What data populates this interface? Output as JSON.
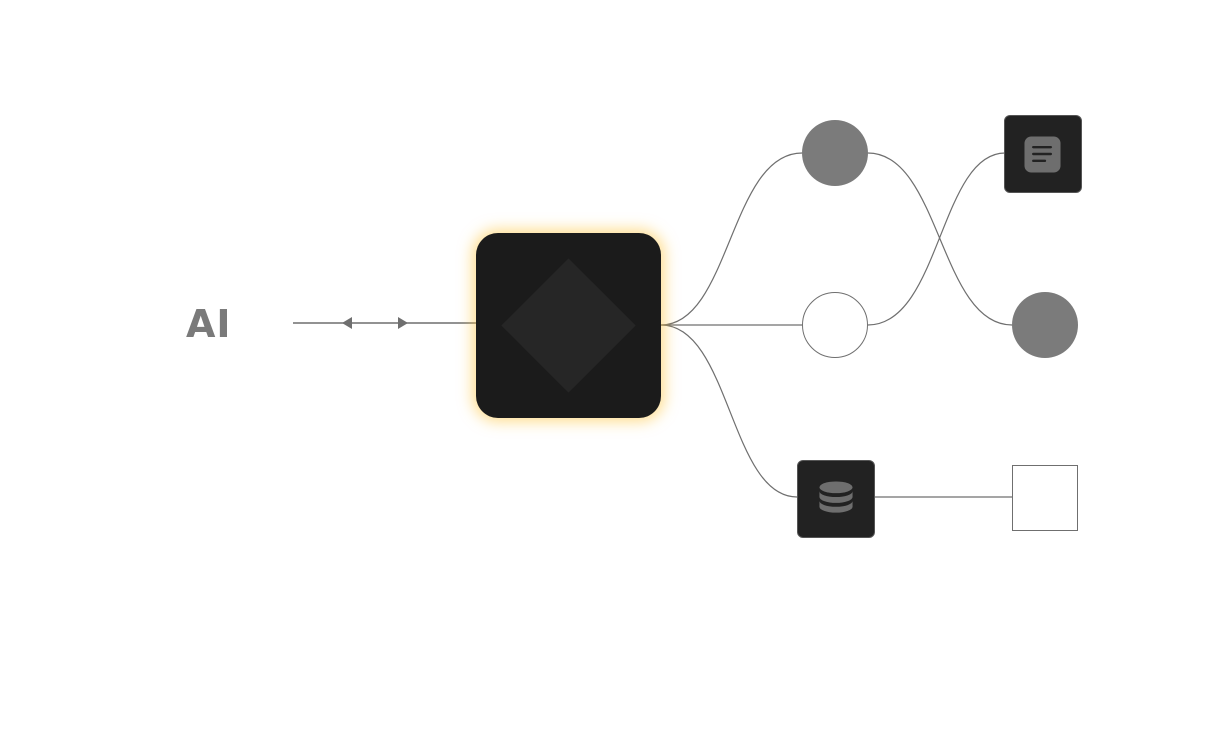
{
  "diagram": {
    "source_label": "AI",
    "hub_icon": "diamond-icon",
    "nodes": [
      {
        "kind": "circle-filled",
        "color": "#7b7b7b"
      },
      {
        "kind": "circle-empty"
      },
      {
        "kind": "tile",
        "icon": "database-icon"
      },
      {
        "kind": "tile",
        "icon": "document-icon"
      },
      {
        "kind": "circle-filled",
        "color": "#7b7b7b"
      },
      {
        "kind": "square-empty"
      }
    ],
    "colors": {
      "hub": "#1b1b1b",
      "hub_glow": "#ffc43c",
      "connector": "#6f6f6f",
      "tile": "#222222",
      "node_fill": "#7b7b7b"
    }
  }
}
